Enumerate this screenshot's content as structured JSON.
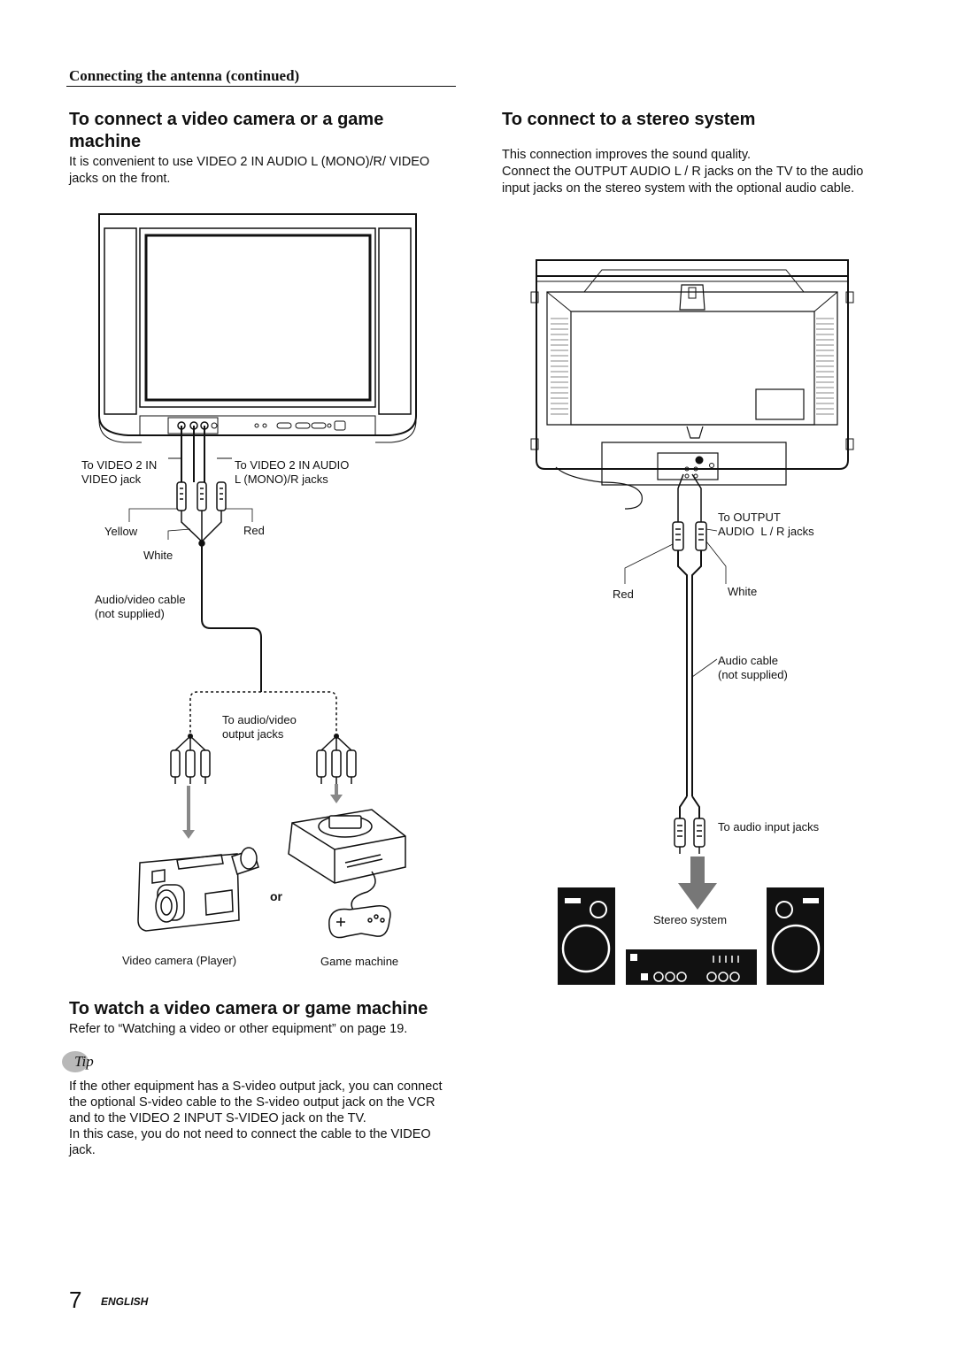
{
  "header": {
    "section": "Connecting the antenna (continued)"
  },
  "left": {
    "title": "To connect a video camera or a game machine",
    "intro": "It is convenient to use VIDEO 2 IN AUDIO L (MONO)/R/ VIDEO jacks on the front.",
    "labels": {
      "to_video_jack": "To VIDEO 2 IN\nVIDEO jack",
      "to_audio_jacks": "To VIDEO 2 IN AUDIO\nL (MONO)/R jacks",
      "yellow": "Yellow",
      "red": "Red",
      "white": "White",
      "cable": "Audio/video cable\n(not supplied)",
      "output_jacks": "To audio/video\noutput jacks",
      "or": "or",
      "camera": "Video camera (Player)",
      "game": "Game machine"
    },
    "watch_title": "To watch a video camera or game machine",
    "watch_text": "Refer to “Watching a video or other equipment” on page 19.",
    "tip_label": "Tip",
    "tip_text": "If the other equipment has a S-video output jack, you can connect the optional S-video cable to the S-video output jack on the VCR and to the VIDEO 2 INPUT S-VIDEO jack on the TV.\nIn this case, you do not need to connect the cable to the VIDEO jack."
  },
  "right": {
    "title": "To connect to a stereo system",
    "intro": "This connection improves the sound quality.\nConnect the OUTPUT AUDIO L / R jacks on the TV to the audio input jacks on the stereo system with the optional audio cable.",
    "labels": {
      "to_output": "To OUTPUT\nAUDIO  L / R jacks",
      "red": "Red",
      "white": "White",
      "cable": "Audio cable\n(not supplied)",
      "audio_in": "To audio input jacks",
      "stereo": "Stereo system"
    }
  },
  "footer": {
    "page_number": "7",
    "language": "ENGLISH"
  }
}
